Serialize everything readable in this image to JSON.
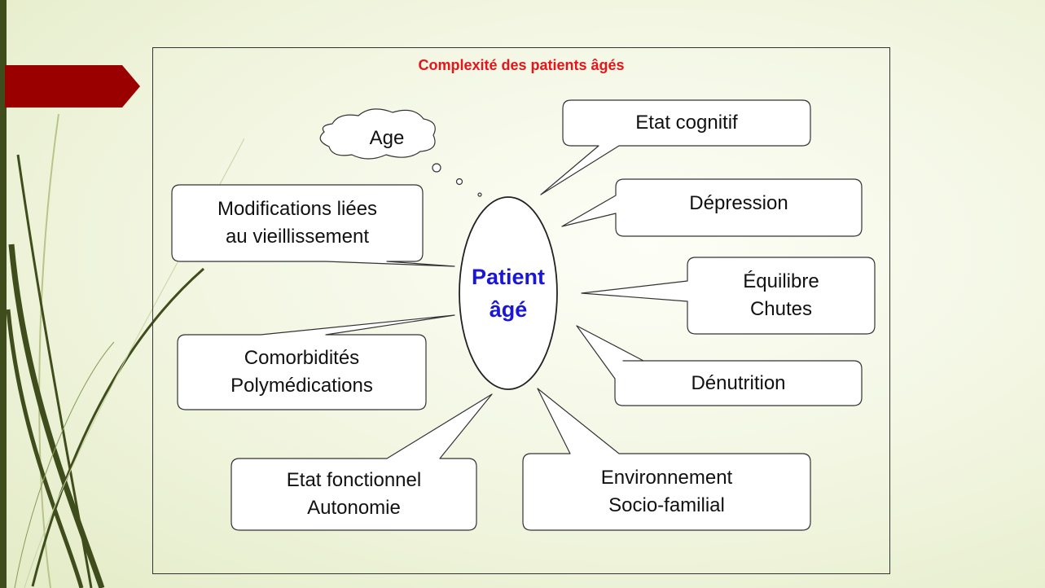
{
  "slide": {
    "title": "Complexité des patients âgés",
    "center": "Patient\nâgé",
    "thought": "Age",
    "callouts": {
      "etat_cognitif": "Etat cognitif",
      "depression": "Dépression",
      "equilibre": "Équilibre\nChutes",
      "denutrition": "Dénutrition",
      "environnement": "Environnement\nSocio-familial",
      "etat_fonctionnel": "Etat fonctionnel\nAutonomie",
      "comorbidites": "Comorbidités\nPolymédications",
      "modifications": "Modifications liées\nau vieillissement"
    }
  },
  "colors": {
    "title": "#e8141a",
    "center_text": "#1a16d6",
    "accent_arrow": "#9a0000",
    "stems": "#3f4d1c"
  }
}
